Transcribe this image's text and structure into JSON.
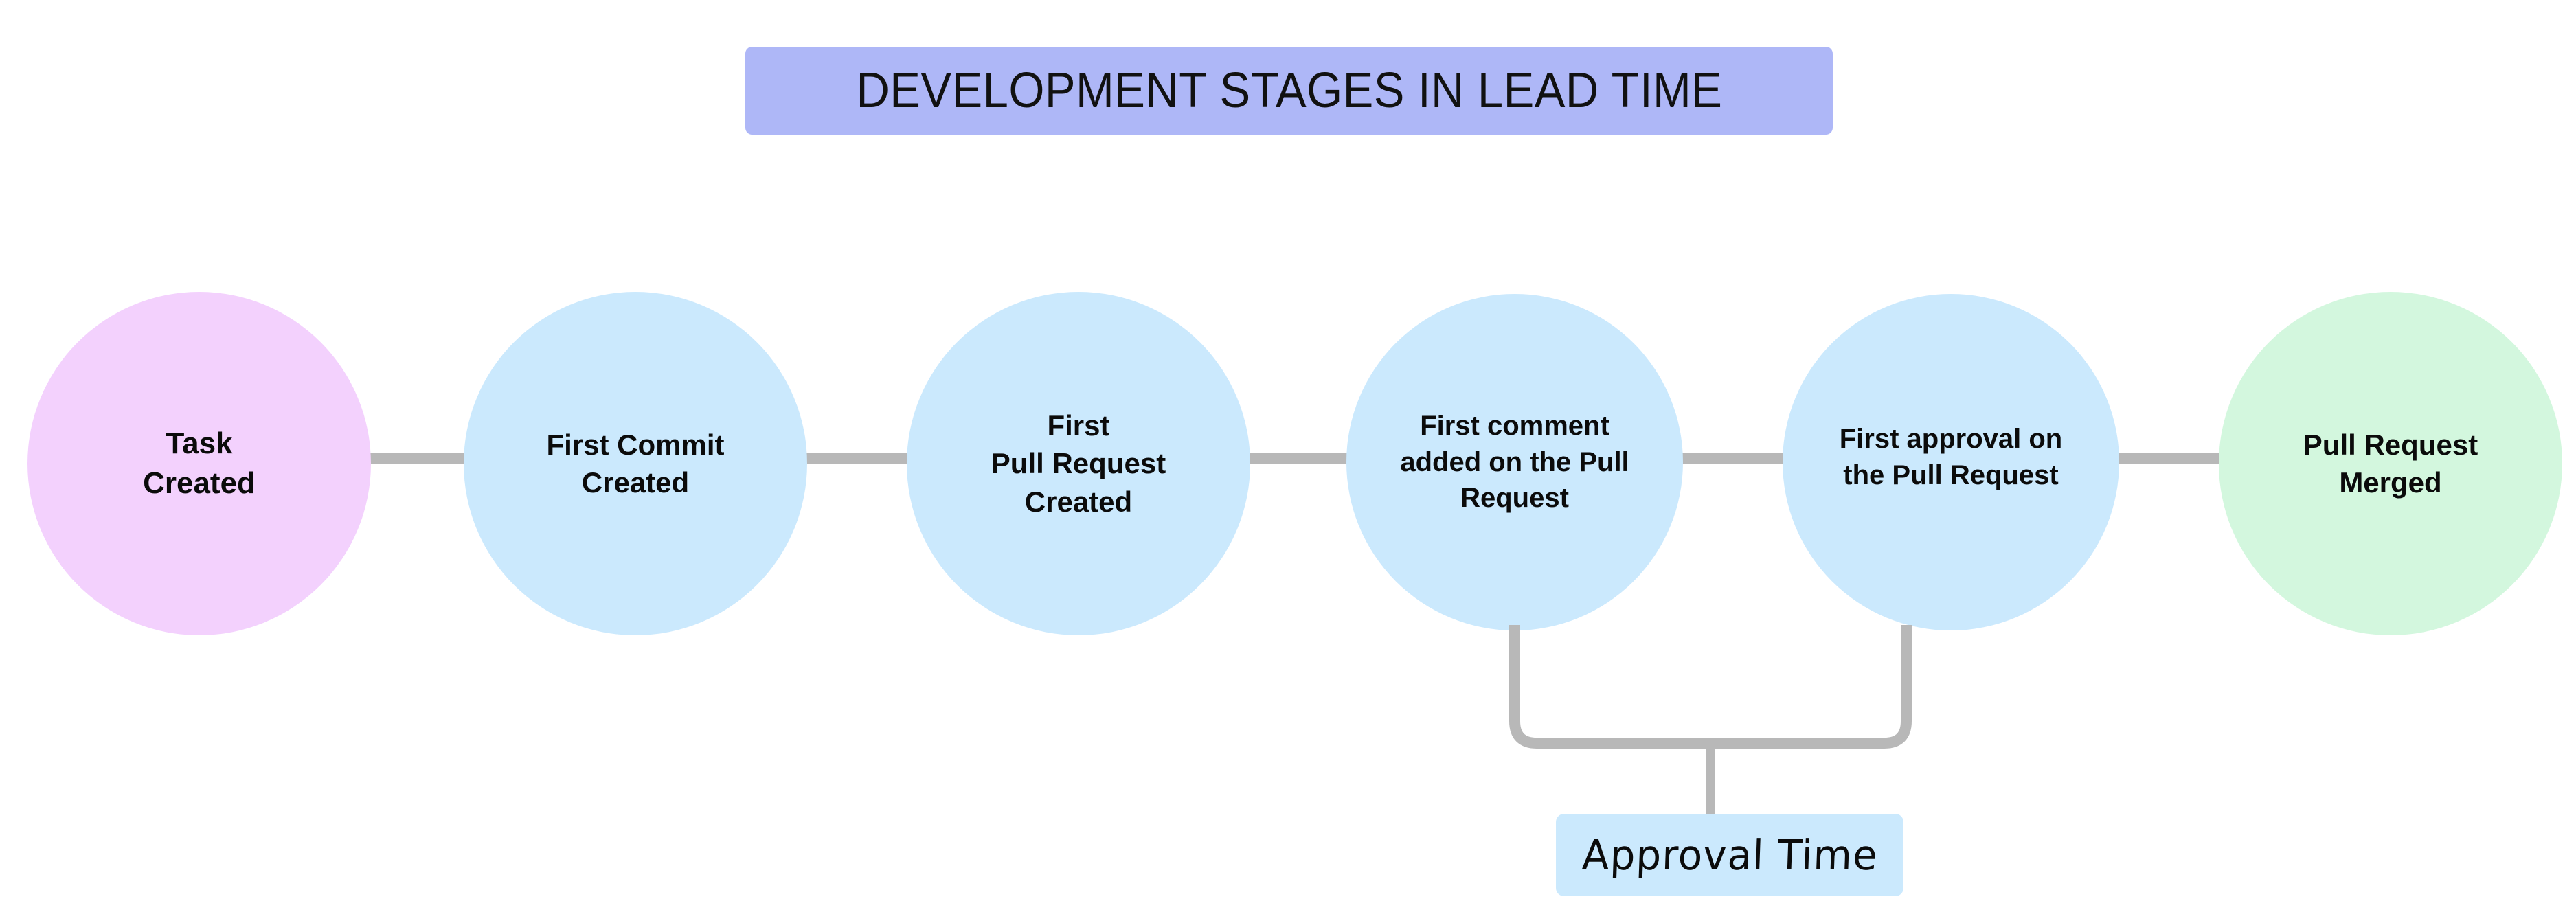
{
  "diagram": {
    "title": "DEVELOPMENT STAGES IN LEAD TIME",
    "background_color": "#ffffff",
    "title_background_color": "#aeb7f7",
    "connector_color": "#b8b8b8",
    "type": "horizontal-timeline-flow",
    "stages": [
      {
        "id": "task-created",
        "label": "Task\nCreated",
        "color": "#f3d1fd",
        "order": 1,
        "font_size": 44
      },
      {
        "id": "first-commit-created",
        "label": "First Commit\nCreated",
        "color": "#cbe9fd",
        "order": 2,
        "font_size": 42
      },
      {
        "id": "first-pull-request-created",
        "label": "First\nPull Request\nCreated",
        "color": "#cbe9fd",
        "order": 3,
        "font_size": 42
      },
      {
        "id": "first-comment-on-pull-request",
        "label": "First comment\nadded on the Pull\nRequest",
        "color": "#cbe9fd",
        "order": 4,
        "font_size": 40
      },
      {
        "id": "first-approval-on-pull-request",
        "label": "First approval on\nthe Pull Request",
        "color": "#cbe9fd",
        "order": 5,
        "font_size": 40
      },
      {
        "id": "pull-request-merged",
        "label": "Pull Request\nMerged",
        "color": "#d3f7de",
        "order": 6,
        "font_size": 42
      }
    ],
    "annotations": [
      {
        "id": "approval-time",
        "label": "Approval Time",
        "color": "#cbe9fd",
        "spans_from": "first-comment-on-pull-request",
        "spans_to": "first-approval-on-pull-request"
      }
    ]
  }
}
